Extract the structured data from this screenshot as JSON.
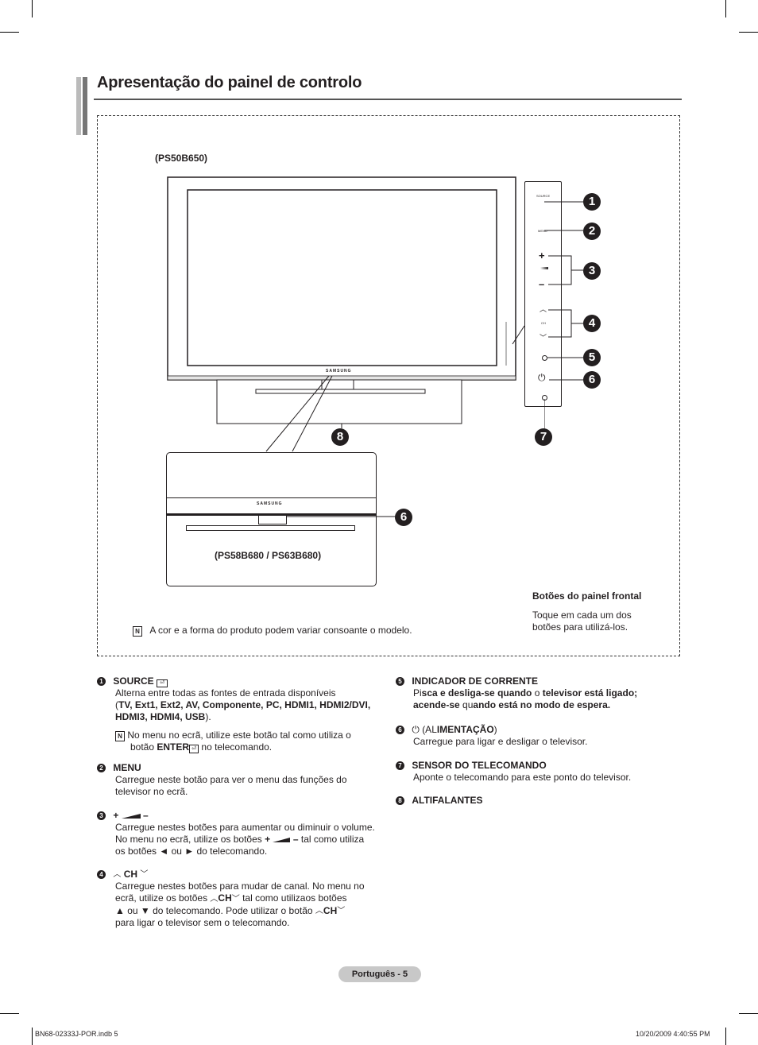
{
  "header": {
    "title": "Apresentação do painel de controlo"
  },
  "figure": {
    "model_top": "(PS50B650)",
    "model_bottom": "(PS58B680 / PS63B680)",
    "brand": "SAMSUNG",
    "panel_source": "SOURCE",
    "panel_menu": "MENU",
    "panel_ch": "CH",
    "callouts": [
      "1",
      "2",
      "3",
      "4",
      "5",
      "6",
      "7",
      "8"
    ],
    "callout_6b": "6",
    "note_text": "A cor e a forma do produto podem variar consoante o modelo.",
    "side_title": "Botões do painel frontal",
    "side_desc": "Toque em cada um dos botões para utilizá-los."
  },
  "items_left": [
    {
      "n": "1",
      "head": "SOURCE",
      "line1": "Alterna entre todas as fontes de entrada disponíveis",
      "line2_bold": "TV, Ext1, Ext2, AV, Componente, PC, HDMI1, HDMI2/DVI,",
      "line3_bold": "HDMI3, HDMI4, USB",
      "note_a": "No menu no ecrã, utilize este botão tal como utiliza o",
      "note_b": "botão",
      "note_enter": "ENTER",
      "note_c": "no telecomando."
    },
    {
      "n": "2",
      "head": "MENU",
      "line1": "Carregue neste botão para ver o menu das funções do",
      "line2": "televisor no ecrã."
    },
    {
      "n": "3",
      "head_plus": "+",
      "head_minus": "–",
      "line1": "Carregue nestes botões para aumentar ou diminuir o volume.",
      "line2a": "No menu no ecrã, utilize os botões",
      "line2b": "tal como utiliza",
      "line3": "os botões ◄ ou ► do telecomando."
    },
    {
      "n": "4",
      "head": "CH",
      "line1": "Carregue nestes botões para mudar de canal. No menu no",
      "line2a": "ecrã, utilize os botões",
      "line2b": "tal como utilizaos botões",
      "line3a": "▲ ou ▼ do telecomando. Pode utilizar o botão",
      "line4": "para ligar o televisor sem o telecomando."
    }
  ],
  "items_right": [
    {
      "n": "5",
      "head": "INDICADOR DE CORRENTE",
      "l1_a": "Pi",
      "l1_b": "sca e desliga-se quando",
      "l1_c": "o",
      "l1_d": "televisor está ligado;",
      "l2_a": "acende-se",
      "l2_b": "qu",
      "l2_c": "ando está no modo de espera."
    },
    {
      "n": "6",
      "head_pre": "(AL",
      "head_bold": "IMENTAÇÃO",
      "head_post": ")",
      "line1": "Carregue para ligar e desligar o televisor."
    },
    {
      "n": "7",
      "head": "SENSOR DO TELECOMANDO",
      "line1": "Aponte o telecomando para este ponto do televisor."
    },
    {
      "n": "8",
      "head": "ALTIFALANTES"
    }
  ],
  "footer": {
    "page": "Português - 5",
    "file": "BN68-02333J-POR.indb   5",
    "stamp": "10/20/2009   4:40:55 PM"
  }
}
